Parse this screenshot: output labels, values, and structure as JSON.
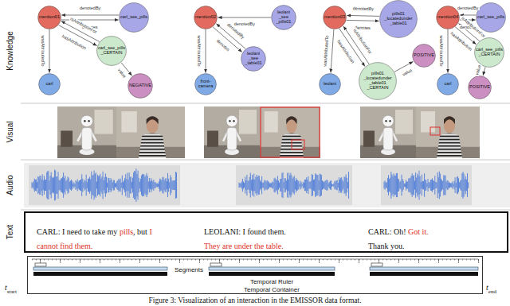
{
  "diagram": {
    "caption": "Figure 3: Visualization of an interaction in the EMISSOR data format.",
    "nodes": [
      {
        "text": [
          "mention01"
        ]
      },
      {
        "text": [
          "carl_see_pills"
        ]
      },
      {
        "text": [
          "carl_see_pills _CERTAIN"
        ]
      },
      {
        "text": [
          "carl"
        ]
      },
      {
        "text": [
          "NEGATIVE"
        ]
      },
      {
        "text": [
          "mention02"
        ]
      },
      {
        "text": [
          "leolani _see _pills01"
        ]
      },
      {
        "text": [
          "leolani _see _table01"
        ]
      },
      {
        "text": [
          "front-camera"
        ]
      },
      {
        "text": [
          "mention03"
        ]
      },
      {
        "text": [
          "pills01 _locatedunder _table01"
        ]
      },
      {
        "text": [
          "leolani"
        ]
      },
      {
        "text": [
          "pills01 _locatedunder _table01 _CERTAIN"
        ]
      },
      {
        "text": [
          "POSITIVE"
        ]
      },
      {
        "text": [
          "mention04"
        ]
      },
      {
        "text": [
          "carl_see_pills"
        ]
      },
      {
        "text": [
          "carl"
        ]
      },
      {
        "text": [
          "carl_see_pills _CERTAIN"
        ]
      },
      {
        "text": [
          "POSITIVE"
        ]
      },
      {
        "text": [
          "CARL: I need to take my",
          "pills",
          ", but",
          "I cannot find them.",
          "LEOLANI: I found them.",
          "They are under the table.",
          "CARL: Oh!",
          "Got it.",
          "Thank you."
        ]
      },
      {
        "text": [
          "Segments",
          "Temporal Ruler",
          "Temporal Container"
        ]
      }
    ],
    "edges": [
      {
        "from": 0,
        "to": 1,
        "label": "denotes",
        "arrow": "to"
      },
      {
        "from": 1,
        "to": 0,
        "label": "denotedBy",
        "arrow": "to"
      },
      {
        "from": 0,
        "to": 3,
        "label": "wasAttributedTo",
        "arrow": "to"
      },
      {
        "from": 0,
        "to": 2,
        "label": "hasAttribution",
        "arrow": "to"
      },
      {
        "from": 2,
        "to": 0,
        "label": "isAttributionFor",
        "arrow": "to"
      },
      {
        "from": 2,
        "to": 4,
        "label": "value",
        "arrow": "to"
      },
      {
        "from": 6,
        "to": 5,
        "label": "denotedBy",
        "arrow": "to"
      },
      {
        "from": 5,
        "to": 7,
        "label": "denotes",
        "arrow": "to"
      },
      {
        "from": 7,
        "to": 5,
        "label": "denotedBy",
        "arrow": "to"
      },
      {
        "from": 5,
        "to": 8,
        "label": "wasAttributedTo",
        "arrow": "to"
      },
      {
        "from": 9,
        "to": 10,
        "label": "denotes",
        "arrow": "to"
      },
      {
        "from": 10,
        "to": 9,
        "label": "denotedBy",
        "arrow": "to"
      },
      {
        "from": 9,
        "to": 11,
        "label": "wasAttributedTo",
        "arrow": "to"
      },
      {
        "from": 9,
        "to": 12,
        "label": "hasAttribution",
        "arrow": "to"
      },
      {
        "from": 12,
        "to": 9,
        "label": "isAttributionFor",
        "arrow": "to"
      },
      {
        "from": 12,
        "to": 13,
        "label": "value",
        "arrow": "to"
      },
      {
        "from": 14,
        "to": 15,
        "label": "denotes",
        "arrow": "to"
      },
      {
        "from": 15,
        "to": 14,
        "label": "denotedBy",
        "arrow": "to"
      },
      {
        "from": 14,
        "to": 16,
        "label": "wasAttributedTo",
        "arrow": "to"
      },
      {
        "from": 14,
        "to": 17,
        "label": "hasAttribution",
        "arrow": "to"
      },
      {
        "from": 17,
        "to": 14,
        "label": "isAttributionFor",
        "arrow": "to"
      },
      {
        "from": 17,
        "to": 18,
        "label": "value",
        "arrow": "to"
      }
    ],
    "labels": [
      "Knowledge",
      "Visual",
      "Audio",
      "Text",
      "t",
      "start",
      "t",
      "end"
    ]
  }
}
